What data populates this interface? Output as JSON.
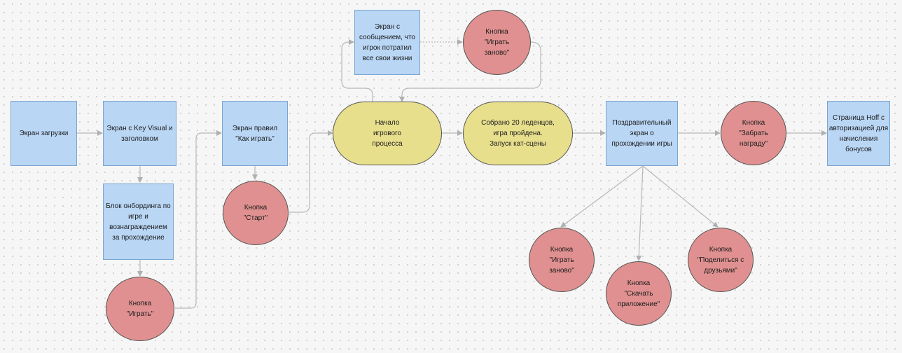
{
  "nodes": {
    "loading_screen": "Экран загрузки",
    "key_visual_screen": "Экран с Key Visual и\nзаголовком",
    "onboarding_block": "Блок онбординга по\nигре и\nвознаграждением\nза прохождение",
    "play_button": "Кнопка\n\"Играть\"",
    "rules_screen": "Экран правил\n\"Как играть\"",
    "start_button": "Кнопка\n\"Старт\"",
    "lives_lost_screen": "Экран с\nсообщением, что\nигрок потратил\nвсе свои жизни",
    "replay_button_top": "Кнопка\n\"Играть\nзаново\"",
    "game_start": "Начало\nигрового\nпроцесса",
    "candies_collected": "Собрано 20 леденцов,\nигра пройдена.\nЗапуск кат-сцены",
    "congrats_screen": "Поздравительный\nэкран о\nпрохождении игры",
    "claim_reward_button": "Кнопка\n\"Забрать\nнаграду\"",
    "hoff_page": "Страница Hoff с\nавторизацией для\nначисления\nбонусов",
    "replay_button_bottom": "Кнопка\n\"Играть\nзаново\"",
    "download_app_button": "Кнопка\n\"Скачать\nприложение\"",
    "share_button": "Кнопка\n\"Поделиться с\nдрузьями\""
  },
  "colors": {
    "screen_fill": "#b9d6f5",
    "screen_border": "#7aa5cf",
    "button_fill": "#e09090",
    "process_fill": "#e8df8d",
    "connector": "#b8b8b8"
  }
}
